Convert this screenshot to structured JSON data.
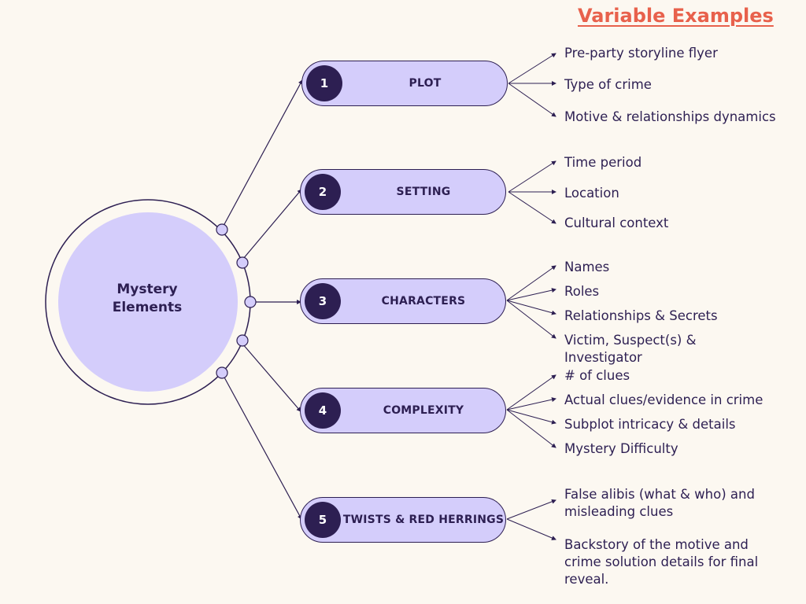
{
  "heading": "Variable Examples",
  "center": {
    "line1": "Mystery",
    "line2": "Elements"
  },
  "elements": [
    {
      "number": "1",
      "label": "PLOT",
      "examples": [
        "Pre-party storyline flyer",
        "Type of crime",
        "Motive & relationships dynamics"
      ]
    },
    {
      "number": "2",
      "label": "SETTING",
      "examples": [
        "Time period",
        "Location",
        "Cultural context"
      ]
    },
    {
      "number": "3",
      "label": "CHARACTERS",
      "examples": [
        "Names",
        "Roles",
        "Relationships & Secrets",
        "Victim, Suspect(s) &",
        "Investigator"
      ]
    },
    {
      "number": "4",
      "label": "COMPLEXITY",
      "examples": [
        "# of clues",
        "Actual clues/evidence in crime",
        "Subplot intricacy & details",
        "Mystery Difficulty"
      ]
    },
    {
      "number": "5",
      "label": "TWISTS & RED HERRINGS",
      "examples": [
        "False alibis (what & who) and",
        "misleading clues",
        "Backstory of the motive and",
        "crime solution details for final",
        "reveal."
      ]
    }
  ],
  "colors": {
    "background": "#fcf8f1",
    "accent": "#e8614c",
    "lavender": "#d4cdfb",
    "navy": "#2d1f52"
  }
}
